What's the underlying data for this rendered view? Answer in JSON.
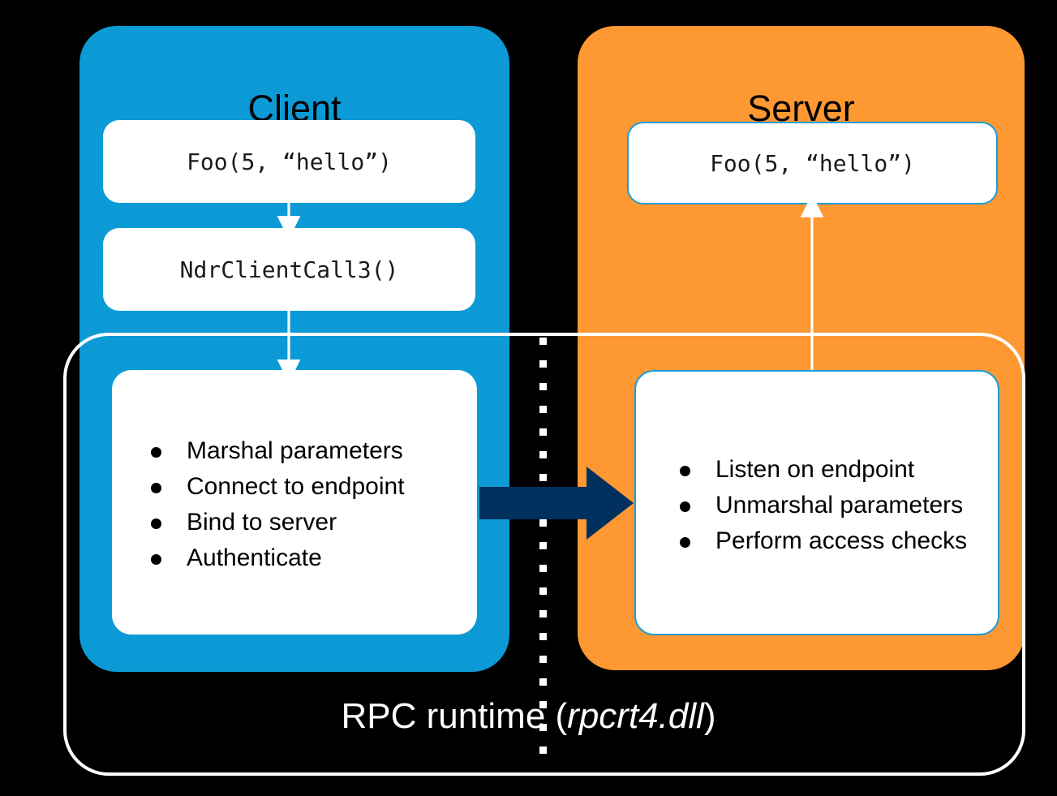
{
  "diagram": {
    "title_hidden": "RPC call flow between client and server",
    "background_color": "#000000",
    "client": {
      "title": "Client",
      "panel_color": "#0C9AD7",
      "call_box": "Foo(5, “hello”)",
      "stub_box": "NdrClientCall3()",
      "steps": [
        "Marshal parameters",
        "Connect to endpoint",
        "Bind to server",
        "Authenticate"
      ]
    },
    "server": {
      "title": "Server",
      "panel_color": "#FE9832",
      "call_box": "Foo(5, “hello”)",
      "steps": [
        "Listen on endpoint",
        "Unmarshal parameters",
        "Perform access checks"
      ]
    },
    "runtime": {
      "label_prefix": "RPC runtime (",
      "label_italic": "rpcrt4.dll",
      "label_suffix": ")",
      "outline_color": "#FFFFFF"
    },
    "connectors": {
      "client_call_to_stub": "arrow-down-icon",
      "client_stub_to_runtime": "arrow-down-icon",
      "client_to_server_transport": "arrow-right-icon",
      "server_runtime_to_call": "arrow-up-icon",
      "boundary": "dotted-vertical-divider",
      "transport_arrow_color": "#00305E",
      "thin_arrow_color": "#FFFFFF"
    }
  }
}
